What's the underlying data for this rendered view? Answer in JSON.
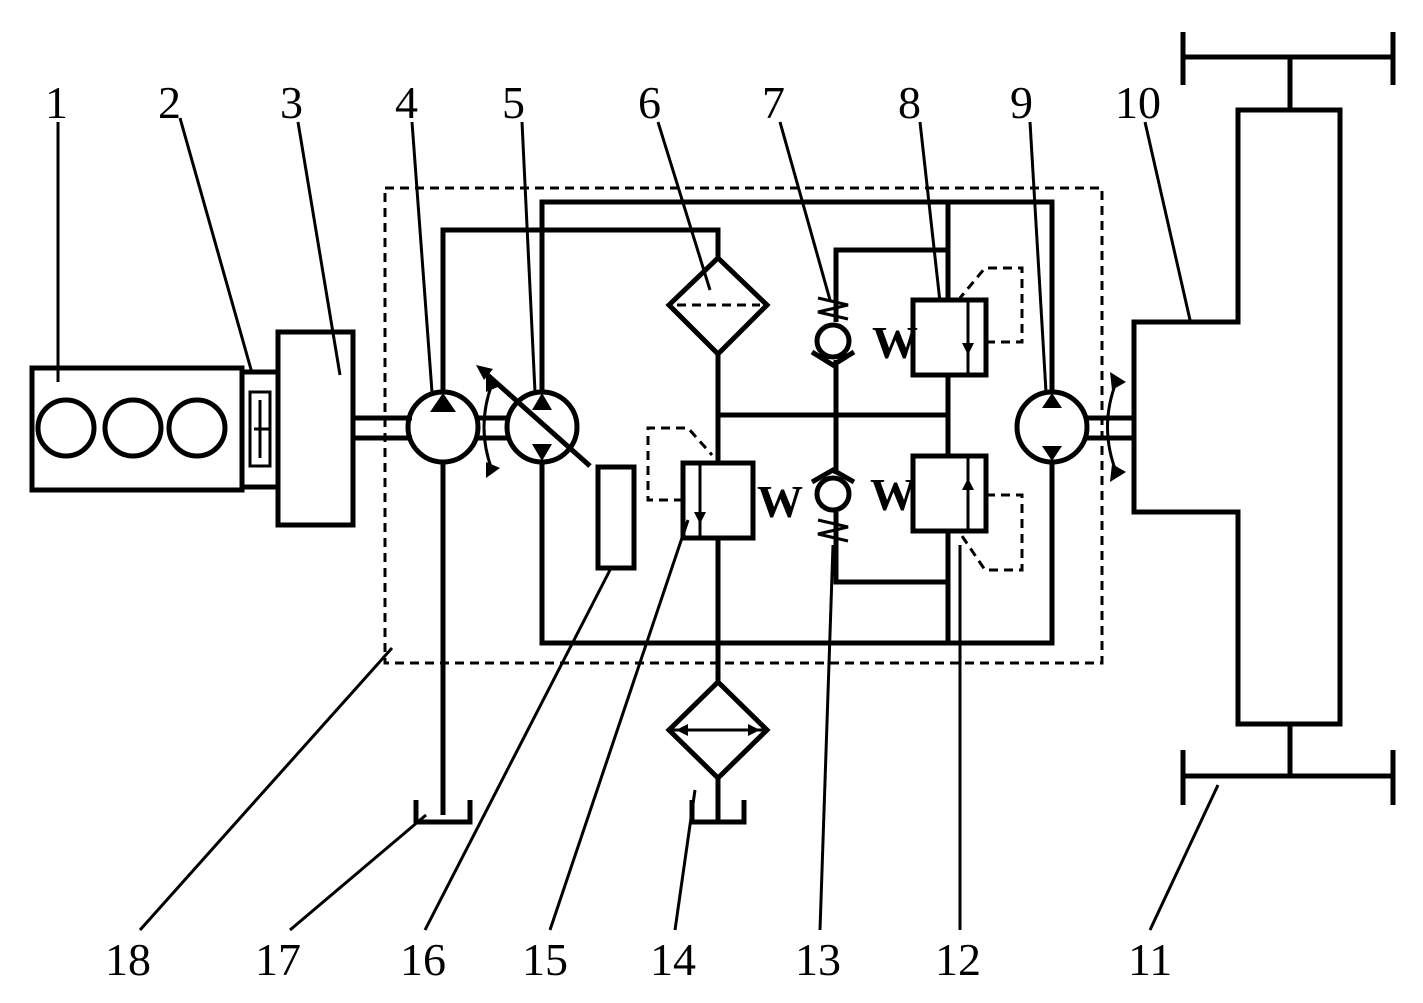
{
  "colors": {
    "stroke": "#000000",
    "background": "#ffffff"
  },
  "labels": {
    "n1": "1",
    "n2": "2",
    "n3": "3",
    "n4": "4",
    "n5": "5",
    "n6": "6",
    "n7": "7",
    "n8": "8",
    "n9": "9",
    "n10": "10",
    "n11": "11",
    "n12": "12",
    "n13": "13",
    "n14": "14",
    "n15": "15",
    "n16": "16",
    "n17": "17",
    "n18": "18"
  },
  "valve_marks": {
    "w15": "W",
    "w7": "W",
    "w13": "W"
  }
}
